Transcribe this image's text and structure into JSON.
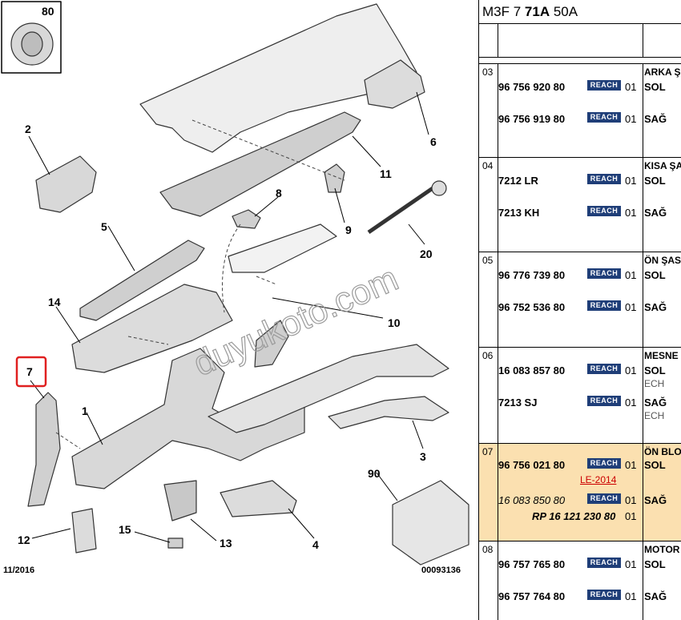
{
  "header": {
    "model_prefix": "M3F 7 ",
    "model_bold": "71A",
    "model_suffix": " 50A"
  },
  "callouts": [
    "80",
    "2",
    "6",
    "11",
    "8",
    "9",
    "20",
    "5",
    "14",
    "10",
    "7",
    "1",
    "3",
    "90",
    "15",
    "13",
    "12",
    "4"
  ],
  "footer": {
    "date": "11/2016",
    "ref": "00093136"
  },
  "watermark": "duyukoto.com",
  "colors": {
    "reach_badge": "#1f3e78",
    "selected_row": "#fbe0b0",
    "highlight_box": "#e02020",
    "link_red": "#cc0000"
  },
  "groups": [
    {
      "pos": "03",
      "desc": "ARKA Ş",
      "parts": [
        {
          "number": "96 756 920 80",
          "badge": "REACH",
          "qty": "01",
          "side": "SOL"
        },
        {
          "number": "96 756 919 80",
          "badge": "REACH",
          "qty": "01",
          "side": "SAĞ"
        }
      ]
    },
    {
      "pos": "04",
      "desc": "KISA ŞA",
      "parts": [
        {
          "number": "7212 LR",
          "badge": "REACH",
          "qty": "01",
          "side": "SOL"
        },
        {
          "number": "7213 KH",
          "badge": "REACH",
          "qty": "01",
          "side": "SAĞ"
        }
      ]
    },
    {
      "pos": "05",
      "desc": "ÖN ŞAS",
      "parts": [
        {
          "number": "96 776 739 80",
          "badge": "REACH",
          "qty": "01",
          "side": "SOL"
        },
        {
          "number": "96 752 536 80",
          "badge": "REACH",
          "qty": "01",
          "side": "SAĞ"
        }
      ]
    },
    {
      "pos": "06",
      "desc": "MESNE",
      "parts": [
        {
          "number": "16 083 857 80",
          "badge": "REACH",
          "qty": "01",
          "side": "SOL",
          "extra": "ECH"
        },
        {
          "number": "7213 SJ",
          "badge": "REACH",
          "qty": "01",
          "side": "SAĞ",
          "extra": "ECH"
        }
      ]
    },
    {
      "pos": "07",
      "desc": "ÖN BLO",
      "parts": [
        {
          "number": "96 756 021 80",
          "badge": "REACH",
          "qty": "01",
          "side": "SOL",
          "note": "LE-2014"
        },
        {
          "number": "16 083 850 80",
          "badge": "REACH",
          "qty": "01",
          "side": "SAĞ"
        },
        {
          "number": "RP 16 121 230 80",
          "badge": "",
          "qty": "01",
          "side": ""
        }
      ]
    },
    {
      "pos": "08",
      "desc": "MOTOR",
      "parts": [
        {
          "number": "96 757 765 80",
          "badge": "REACH",
          "qty": "01",
          "side": "SOL"
        },
        {
          "number": "96 757 764 80",
          "badge": "REACH",
          "qty": "01",
          "side": "SAĞ"
        }
      ]
    }
  ]
}
